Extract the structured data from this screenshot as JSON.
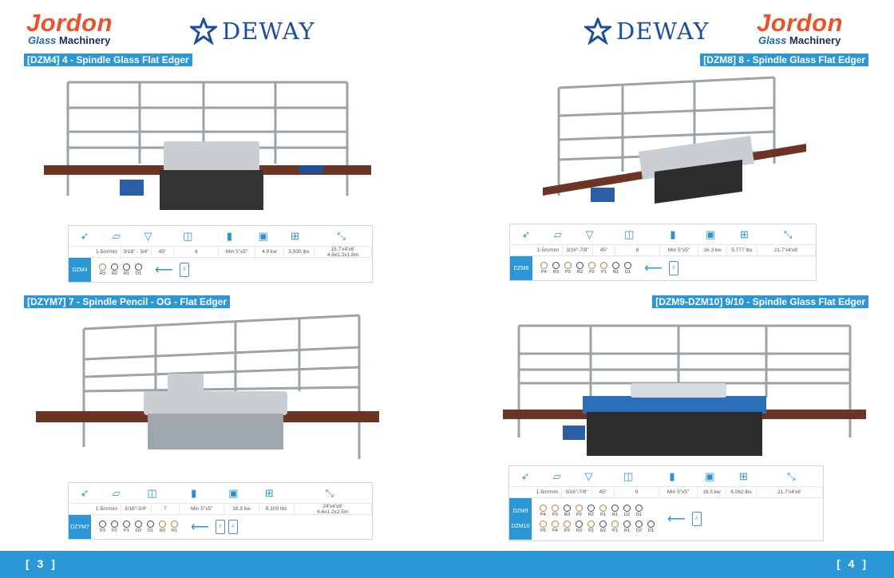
{
  "brand": {
    "jordon_word": "Jordon",
    "jordon_sub_1": "Glass",
    "jordon_sub_2": "Machinery",
    "deway": "DEWAY"
  },
  "colors": {
    "accent": "#2b97d7",
    "jordon_orange": "#e8532a",
    "deway_blue": "#1a4f9c"
  },
  "sections": {
    "dzm4": {
      "title": "[DZM4] 4 - Spindle Glass Flat Edger",
      "tag": "DZM4",
      "values": [
        "1-5m/min",
        "3/16\" - 3/4\"",
        "45°",
        "4",
        "Min 5\"x5\"",
        "4.9 kw",
        "3,500 lbs",
        "15.7'x4'x6'",
        "4.8x1.2x1.8m"
      ],
      "wheels": [
        "R3",
        "R2",
        "R1",
        "D1"
      ]
    },
    "dzm8": {
      "title": "[DZM8] 8 - Spindle Glass Flat Edger",
      "tag": "DZM8",
      "values": [
        "1-5m/mm",
        "3/16\"-7/8\"",
        "45°",
        "8",
        "Min 5\"x5\"",
        "16.3 kw",
        "5,777 lbs",
        "21.7'x4'x8'"
      ],
      "wheels": [
        "P4",
        "R3",
        "P3",
        "R2",
        "P2",
        "P1",
        "R1",
        "D1"
      ]
    },
    "dzym7": {
      "title": "[DZYM7] 7 - Spindle Pencil - OG - Flat Edger",
      "tag": "DZYM7",
      "values": [
        "1-5m/min",
        "3/16\"-3/4\"",
        "7",
        "Min 5\"x5\"",
        "16.3 kw",
        "6,100 lbs",
        "24'x4'x8'",
        "6.6x1.2x2.5m"
      ],
      "wheels": [
        "P3",
        "P2",
        "P1",
        "D2",
        "D1",
        "R2",
        "R1"
      ]
    },
    "dzm910": {
      "title": "[DZM9-DZM10] 9/10 - Spindle Glass Flat Edger",
      "tag_a": "DZM9",
      "tag_b": "DZM10",
      "values": [
        "1-5m/mm",
        "3/16\"-7/8\"",
        "45°",
        "9",
        "Min 5\"x5\"",
        "18.5 kw",
        "6,062 lbs",
        "21.7'x4'x8'"
      ],
      "wheels_a": [
        "P4",
        "P3",
        "R3",
        "P2",
        "R2",
        "P1",
        "R1",
        "D2",
        "D1"
      ],
      "wheels_b": [
        "P5",
        "P4",
        "P3",
        "R3",
        "P2",
        "R2",
        "P1",
        "R1",
        "D2",
        "D1"
      ]
    }
  },
  "footer": {
    "left_page": "[ 3 ]",
    "right_page": "[ 4 ]"
  },
  "icons": [
    "speed-icon",
    "thickness-icon",
    "angle-icon",
    "spindles-icon",
    "size-icon",
    "power-icon",
    "weight-icon",
    "dimension-icon"
  ]
}
